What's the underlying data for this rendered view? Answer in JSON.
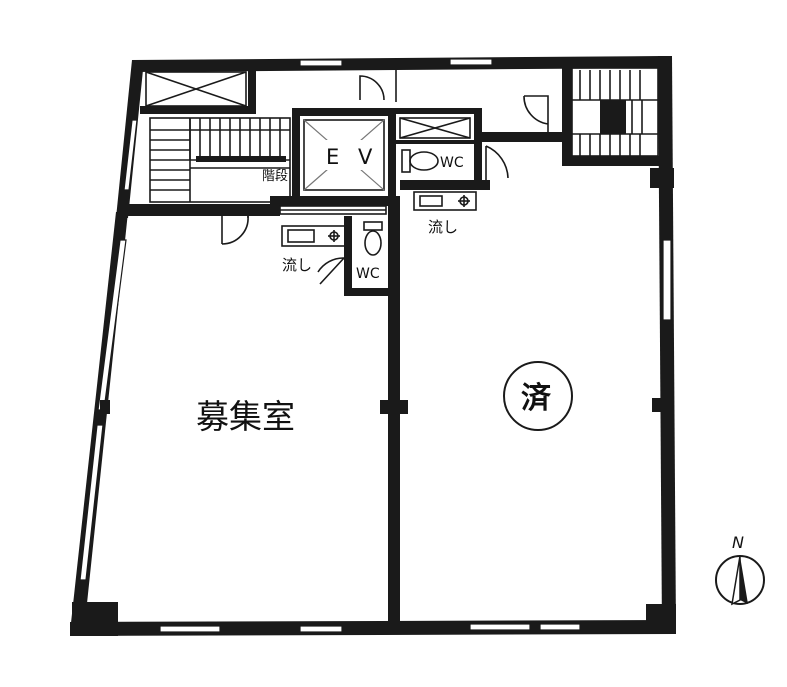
{
  "floor_plan": {
    "vacant_room_label": "募集室",
    "occupied_badge": "済",
    "elevator_label": "E V",
    "stairs_label": "階段",
    "wc_label_top": "WC",
    "wc_label_lower": "WC",
    "sink_label_left": "流し",
    "sink_label_right": "流し",
    "north_label": "N"
  }
}
